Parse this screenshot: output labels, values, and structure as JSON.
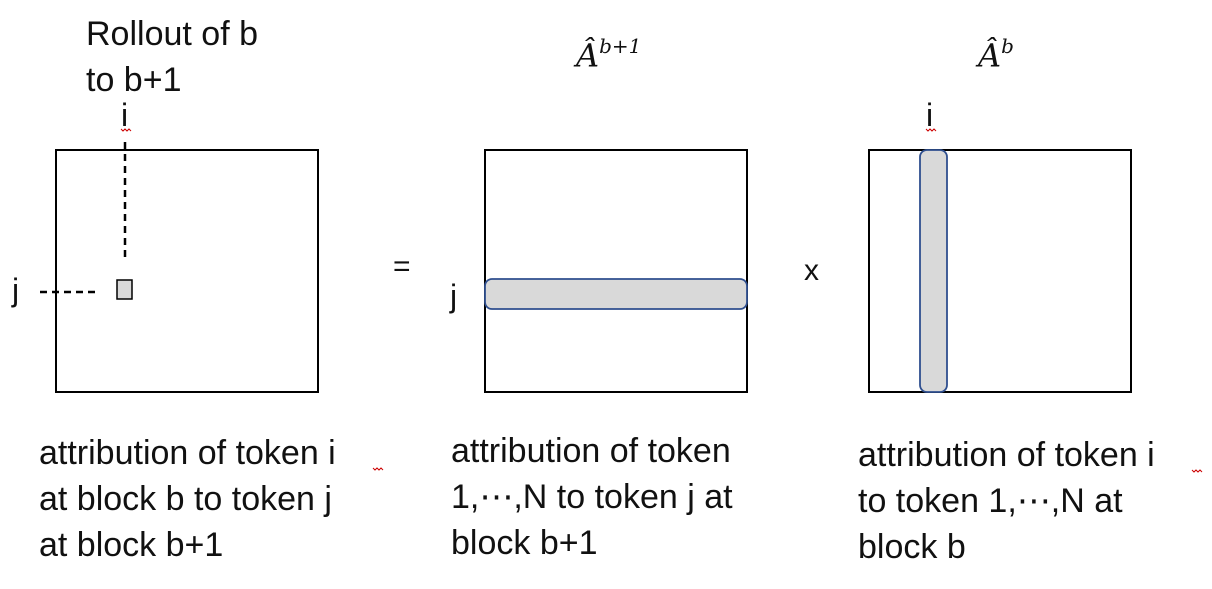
{
  "left": {
    "title_line1": "Rollout of b",
    "title_line2": "to b+1",
    "label_i": "i",
    "label_j": "j",
    "caption": [
      "attribution of token i",
      "at block b to token j",
      "at block b+1"
    ]
  },
  "middle": {
    "symbol_base": "Â",
    "symbol_sup": "b+1",
    "label_j": "j",
    "caption": [
      "attribution of token",
      "1,⋯,N to token j at",
      "block b+1"
    ]
  },
  "right": {
    "symbol_base": "Â",
    "symbol_sup": "b",
    "label_i": "i",
    "caption": [
      "attribution of token i",
      "to token 1,⋯,N at",
      "block b"
    ]
  },
  "operators": {
    "equals": "=",
    "times": "x"
  },
  "colors": {
    "highlight_fill": "#d9d9d9",
    "highlight_stroke": "#2f4f8f",
    "line": "#000000"
  }
}
